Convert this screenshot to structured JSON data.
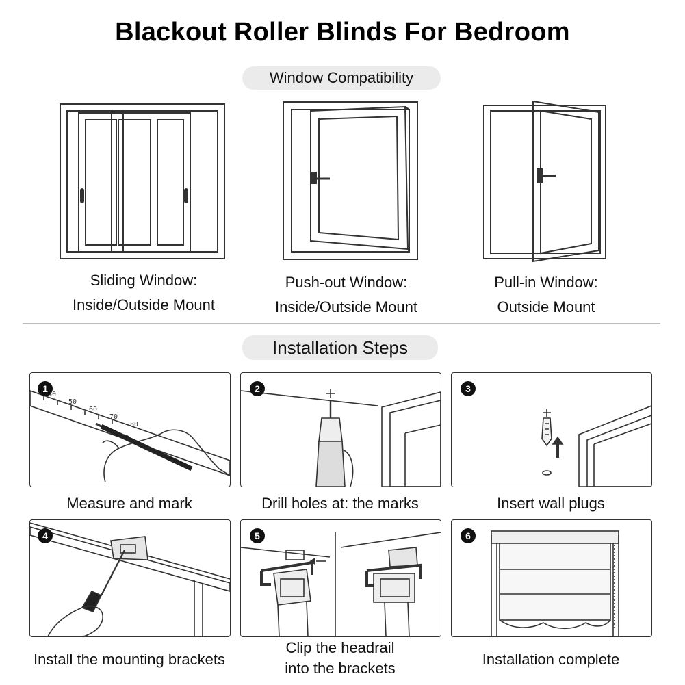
{
  "title": "Blackout Roller Blinds For Bedroom",
  "sections": {
    "compatibility_label": "Window Compatibility",
    "installation_label": "Installation Steps"
  },
  "windows": [
    {
      "line1": "Sliding Window:",
      "line2": "Inside/Outside Mount"
    },
    {
      "line1": "Push-out Window:",
      "line2": "Inside/Outside Mount"
    },
    {
      "line1": "Pull-in Window:",
      "line2": "Outside Mount"
    }
  ],
  "steps": [
    {
      "number": "1",
      "line1": "Measure and mark",
      "line2": ""
    },
    {
      "number": "2",
      "line1": "Drill holes at: the marks",
      "line2": ""
    },
    {
      "number": "3",
      "line1": "Insert wall plugs",
      "line2": ""
    },
    {
      "number": "4",
      "line1": "Install the mounting brackets",
      "line2": ""
    },
    {
      "number": "5",
      "line1": "Clip the headrail",
      "line2": "into the brackets"
    },
    {
      "number": "6",
      "line1": "Installation complete",
      "line2": ""
    }
  ],
  "ruler_marks": [
    "40",
    "50",
    "60",
    "70",
    "80"
  ],
  "icons": [
    "ruler-pencil-icon",
    "drill-icon",
    "wall-plug-icon",
    "screwdriver-icon",
    "bracket-clip-icon",
    "roller-blind-icon"
  ],
  "colors": {
    "pill_bg": "#ebebeb",
    "line": "#333333",
    "badge": "#111111"
  }
}
